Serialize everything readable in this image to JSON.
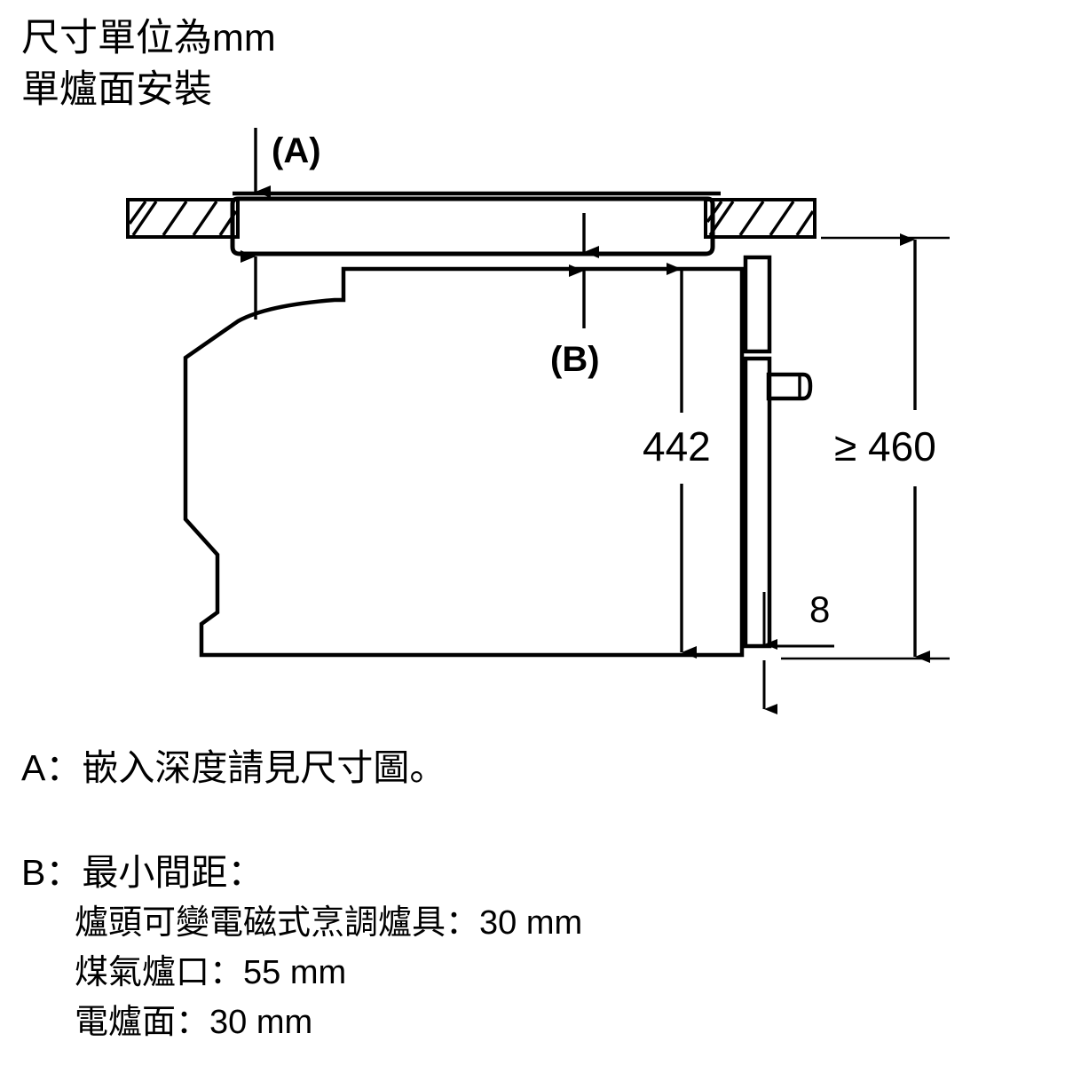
{
  "document": {
    "type": "installation-dimension-drawing",
    "units_note": "尺寸單位為mm",
    "install_note": "單爐面安裝"
  },
  "header": {
    "line1": "尺寸單位為mm",
    "line2": "單爐面安裝"
  },
  "callouts": {
    "a": "(A)",
    "b": "(B)"
  },
  "dimensions": {
    "height_inner": "442",
    "niche_height": "≥ 460",
    "door_offset": "8"
  },
  "notes": {
    "a_label": "A：嵌入深度請見尺寸圖。",
    "b_label": "B：最小間距：",
    "b_items": [
      "爐頭可變電磁式烹調爐具：30 mm",
      "煤氣爐口：55 mm",
      "電爐面：30 mm"
    ]
  },
  "colors": {
    "line": "#000000",
    "background": "#ffffff"
  }
}
